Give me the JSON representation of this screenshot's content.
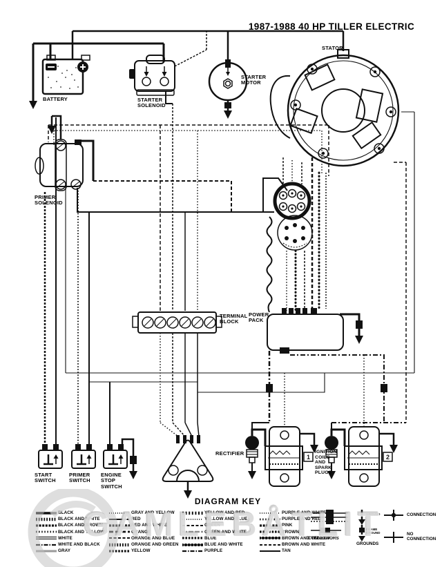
{
  "title": "1987-1988 40 HP TILLER ELECTRIC",
  "components": {
    "battery": "BATTERY",
    "starter_solenoid": "STARTER\nSOLENOID",
    "starter_motor": "STARTER\nMOTOR",
    "stator": "STATOR",
    "primer_solenoid": "PRIMER\nSOLENOID",
    "terminal_block": "TERMINAL\nBLOCK",
    "power_pack": "POWER\nPACK",
    "rectifier": "RECTIFIER",
    "start_switch": "START\nSWITCH",
    "primer_switch": "PRIMER\nSWITCH",
    "engine_stop_switch": "ENGINE\nSTOP\nSWITCH",
    "ignition_coils": "IGNITION\nCOILS\nAND\nSPARK\nPLUGS",
    "coil_1": "1",
    "coil_2": "2"
  },
  "key": {
    "title": "DIAGRAM KEY",
    "columns": [
      [
        {
          "label": "BLACK",
          "pattern": "solid4"
        },
        {
          "label": "BLACK AND WHITE",
          "pattern": "hatch"
        },
        {
          "label": "BLACK AND BROWN",
          "pattern": "loops"
        },
        {
          "label": "BLACK AND YELLOW",
          "pattern": "dot3"
        },
        {
          "label": "WHITE",
          "pattern": "hollow"
        },
        {
          "label": "WHITE AND BLACK",
          "pattern": "dashdot"
        },
        {
          "label": "GRAY",
          "pattern": "gray"
        }
      ],
      [
        {
          "label": "GRAY AND YELLOW",
          "pattern": "dot2"
        },
        {
          "label": "RED",
          "pattern": "solid2"
        },
        {
          "label": "RED AND WHITE",
          "pattern": "loops"
        },
        {
          "label": "ORANGE",
          "pattern": "dash"
        },
        {
          "label": "ORANGE AND BLUE",
          "pattern": "dash2"
        },
        {
          "label": "ORANGE AND GREEN",
          "pattern": "hatch"
        },
        {
          "label": "YELLOW",
          "pattern": "dense"
        }
      ],
      [
        {
          "label": "YELLOW AND RED",
          "pattern": "slash"
        },
        {
          "label": "YELLOW AND BLUE",
          "pattern": "dot2"
        },
        {
          "label": "GREEN",
          "pattern": "dash2"
        },
        {
          "label": "GREEN AND WHITE",
          "pattern": "grayline"
        },
        {
          "label": "BLUE",
          "pattern": "dense"
        },
        {
          "label": "BLUE AND WHITE",
          "pattern": "bigdot"
        },
        {
          "label": "PURPLE",
          "pattern": "dashdot"
        }
      ],
      [
        {
          "label": "PURPLE AND WHITE",
          "pattern": "dot2"
        },
        {
          "label": "PURPLE AND RED",
          "pattern": "dot3"
        },
        {
          "label": "PINK",
          "pattern": "loops"
        },
        {
          "label": "BROWN",
          "pattern": "dense"
        },
        {
          "label": "BROWN AND YELLOW",
          "pattern": "bigdot"
        },
        {
          "label": "BROWN AND WHITE",
          "pattern": "dash2"
        },
        {
          "label": "TAN",
          "pattern": "solid2"
        }
      ]
    ],
    "connectors_label": "CONNECTORS",
    "ground_label": "GROUND",
    "frame_ground_label": "FRAME\nGROUND",
    "grounds_label": "GROUNDS",
    "connection_label": "CONNECTION",
    "no_connection_label": "NO\nCONNECTION"
  },
  "watermark": "GAMLEBÅTLIT"
}
